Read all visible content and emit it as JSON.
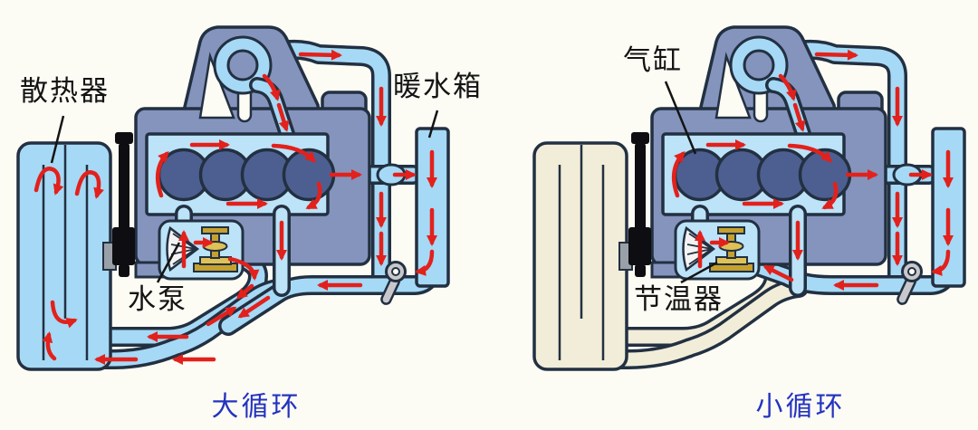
{
  "page": {
    "background": "#fcfbf4"
  },
  "palette": {
    "outline": "#223041",
    "pipe_blue": "#a6d9f5",
    "jacket_blue": "#bce3f8",
    "engine_gray": "#8494bd",
    "cylinder_blue": "#4d5f90",
    "inactive_beige": "#f1edd9",
    "arrow_red": "#e2211c",
    "gold": "#c6a12f",
    "gold_light": "#dec257",
    "tap_gray": "#c8c8cc",
    "belt_black": "#0d0d12",
    "label_color": "#141414",
    "caption_blue": "#2433c0"
  },
  "diagrams": [
    {
      "name": "big-circulation",
      "caption": "大循环",
      "radiator_active": true,
      "labels": [
        {
          "key": "radiator",
          "text": "散热器"
        },
        {
          "key": "heater",
          "text": "暖水箱"
        },
        {
          "key": "pump",
          "text": "水泵"
        }
      ]
    },
    {
      "name": "small-circulation",
      "caption": "小循环",
      "radiator_active": false,
      "labels": [
        {
          "key": "cylinder",
          "text": "气缸"
        },
        {
          "key": "thermostat",
          "text": "节温器"
        }
      ]
    }
  ]
}
